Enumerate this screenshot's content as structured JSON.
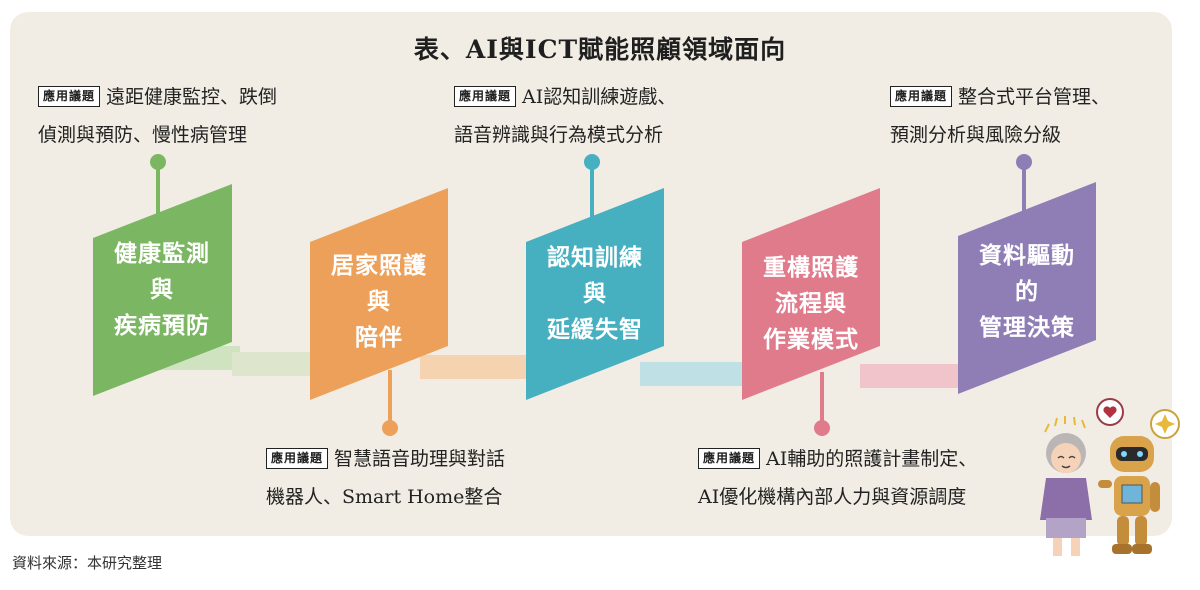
{
  "title": "表、AI與ICT賦能照顧領域面向",
  "source": "資料來源：本研究整理",
  "tag_label": "應用議題",
  "cards": [
    {
      "lines": [
        "健康監測",
        "與",
        "疾病預防"
      ],
      "color": "#7bb662"
    },
    {
      "lines": [
        "居家照護",
        "與",
        "陪伴"
      ],
      "color": "#eda05a"
    },
    {
      "lines": [
        "認知訓練",
        "與",
        "延緩失智"
      ],
      "color": "#46afc0"
    },
    {
      "lines": [
        "重構照護",
        "流程與",
        "作業模式"
      ],
      "color": "#e07b8c"
    },
    {
      "lines": [
        "資料驅動",
        "的",
        "管理決策"
      ],
      "color": "#8f7eb6"
    }
  ],
  "notes": [
    {
      "line1": "遠距健康監控、跌倒",
      "line2": "偵測與預防、慢性病管理"
    },
    {
      "line1": "智慧語音助理與對話",
      "line2": "機器人、Smart Home整合"
    },
    {
      "line1": "AI認知訓練遊戲、",
      "line2": "語音辨識與行為模式分析"
    },
    {
      "line1": "AI輔助的照護計畫制定、",
      "line2": "AI優化機構內部人力與資源調度"
    },
    {
      "line1": "整合式平台管理、",
      "line2": "預測分析與風險分級"
    }
  ]
}
